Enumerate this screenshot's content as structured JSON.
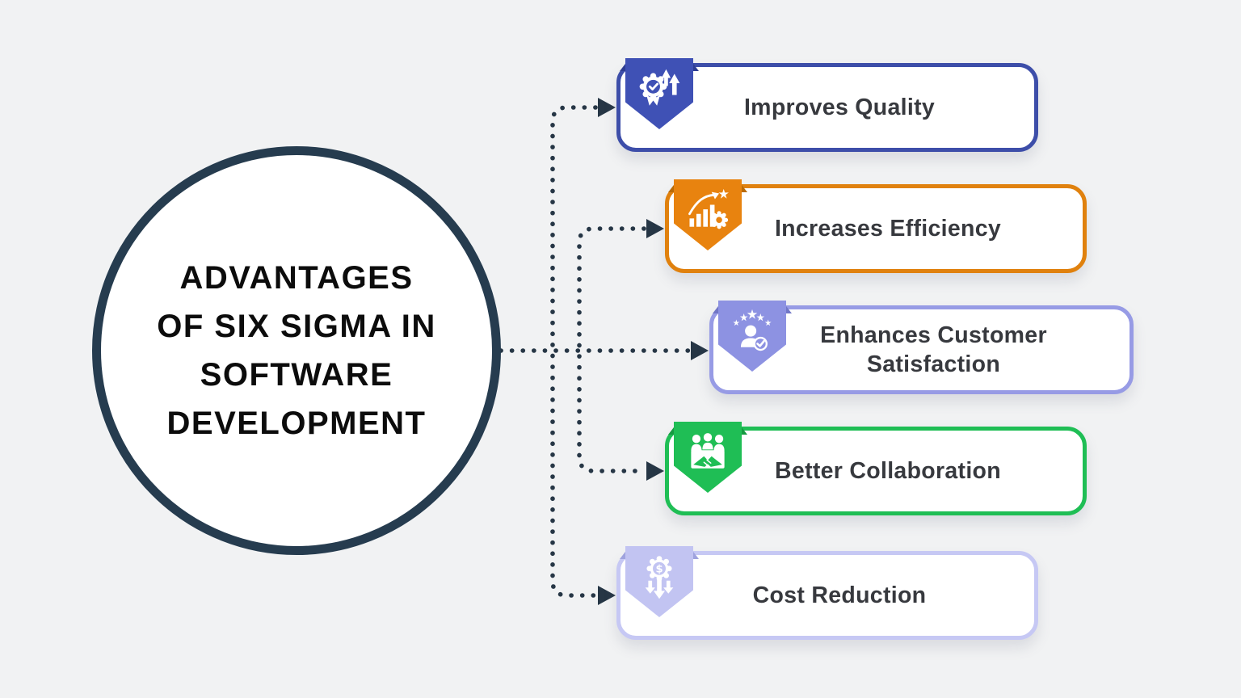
{
  "background_color": "#f1f2f3",
  "title_circle": {
    "lines": [
      "ADVANTAGES",
      "OF SIX SIGMA IN",
      "SOFTWARE",
      "DEVELOPMENT"
    ],
    "border_color": "#263c4f",
    "fill_color": "#ffffff",
    "text_color": "#0c0c0c"
  },
  "connectors": {
    "color": "#263645",
    "line_style": "dotted",
    "arrow_style": "solid right-pointing triangle"
  },
  "items": [
    {
      "label": "Improves Quality",
      "icon": "quality-badge-icon",
      "border_color": "#3d4ea9",
      "shield_color": "#3f51b5",
      "fold_color": "#2e3d92"
    },
    {
      "label": "Increases Efficiency",
      "icon": "efficiency-growth-icon",
      "border_color": "#e0810e",
      "shield_color": "#e8830f",
      "fold_color": "#b96a07"
    },
    {
      "label": "Enhances Customer Satisfaction",
      "icon": "customer-satisfaction-icon",
      "border_color": "#979be5",
      "shield_color": "#8d92e2",
      "fold_color": "#7176c6"
    },
    {
      "label": "Better Collaboration",
      "icon": "collaboration-icon",
      "border_color": "#1fbe55",
      "shield_color": "#1fbe55",
      "fold_color": "#169a41"
    },
    {
      "label": "Cost Reduction",
      "icon": "cost-reduction-icon",
      "border_color": "#c6c8f4",
      "shield_color": "#c2c4f2",
      "fold_color": "#9fa3de"
    }
  ]
}
